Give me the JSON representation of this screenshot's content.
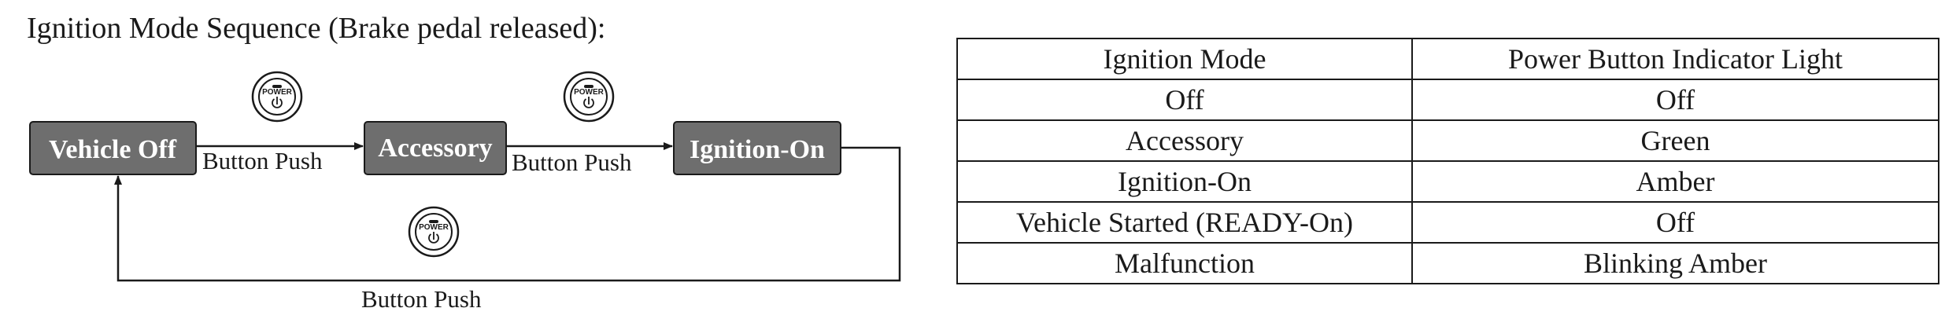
{
  "title": "Ignition Mode Sequence (Brake pedal released):",
  "diagram": {
    "modes": [
      "Vehicle Off",
      "Accessory",
      "Ignition-On"
    ],
    "transition_label": "Button Push",
    "power_button_label": "POWER",
    "power_button_icon": "power-symbol-icon",
    "mode_box_color": "#6e6e6e"
  },
  "table": {
    "headers": [
      "Ignition Mode",
      "Power Button Indicator Light"
    ],
    "rows": [
      [
        "Off",
        "Off"
      ],
      [
        "Accessory",
        "Green"
      ],
      [
        "Ignition-On",
        "Amber"
      ],
      [
        "Vehicle Started (READY-On)",
        "Off"
      ],
      [
        "Malfunction",
        "Blinking Amber"
      ]
    ]
  }
}
